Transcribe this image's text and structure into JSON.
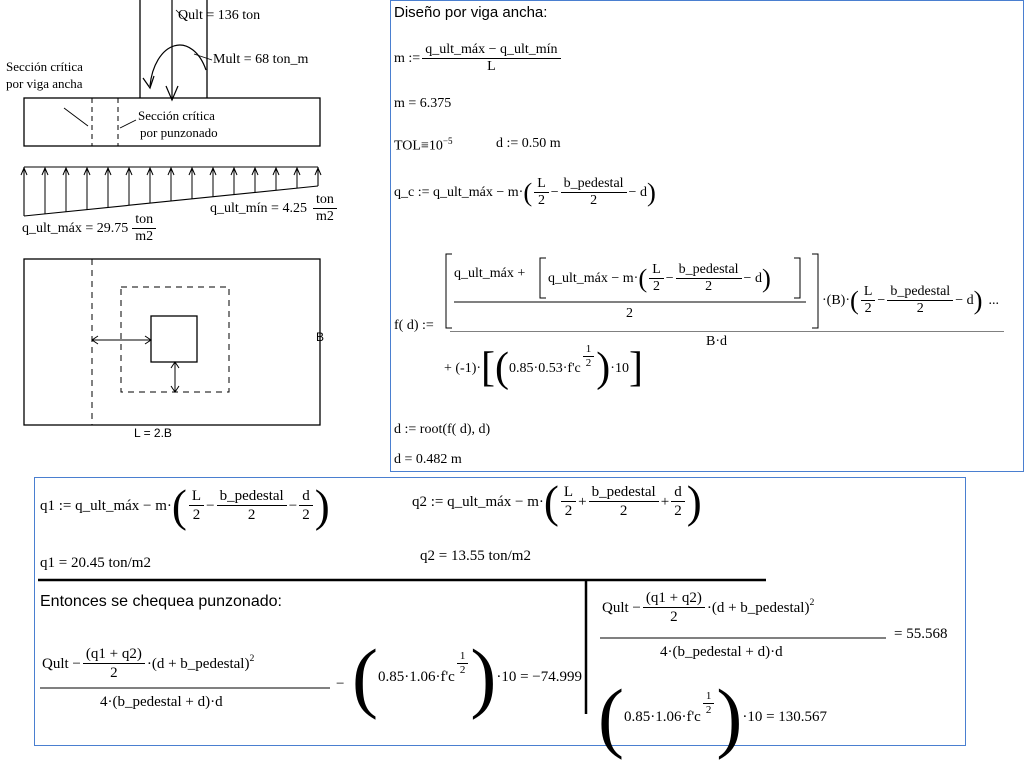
{
  "diagram": {
    "qult_label": "Qult = 136   ton",
    "mult_label": "Mult = 68    ton_m",
    "critical_wide_beam": [
      "Sección crítica",
      "por viga ancha"
    ],
    "critical_punching": [
      "Sección crítica",
      "por punzonado"
    ],
    "q_min_label": "q_ult_mín = 4.25",
    "q_min_unit_num": "ton",
    "q_min_unit_den": "m2",
    "q_max_label": "q_ult_máx = 29.75",
    "q_max_unit_num": "ton",
    "q_max_unit_den": "m2",
    "b_label": "B",
    "l_label": "L = 2.B"
  },
  "right_panel": {
    "title": "Diseño por viga ancha:",
    "m_def_lhs": "m :=",
    "m_def_num": "q_ult_máx − q_ult_mín",
    "m_def_den": "L",
    "m_result": "m = 6.375",
    "tol": "TOL≡10",
    "tol_exp": "−5",
    "d_init": "d := 0.50    m",
    "qc_lhs": "q_c := q_ult_máx − m·",
    "L": "L",
    "two": "2",
    "b_ped": "b_pedestal",
    "minus_d": "− d",
    "fd_lhs": "f( d) :=",
    "fd_qmax": "q_ult_máx +",
    "fd_inner": "q_ult_máx − m·",
    "fd_times_B": "·(B)·",
    "fd_den": "B·d",
    "ellipsis": "...",
    "fd_line2_a": "+ (-1)·",
    "fd_line2_b": "0.85·0.53·f'c",
    "one": "1",
    "fd_line2_c": "·10",
    "root": "d := root(f( d), d)",
    "d_result": "d = 0.482   m"
  },
  "bottom_panel": {
    "q1_lhs": "q1 := q_ult_máx − m·",
    "q2_lhs": "q2 := q_ult_máx − m·",
    "d": "d",
    "q1_result": "q1 = 20.45  ton/m2",
    "q2_result": "q2 = 13.55  ton/m2",
    "punch_title": "Entonces  se chequea punzonado:",
    "qult": "Qult −",
    "q_sum": "(q1 + q2)",
    "q_sum_tail": "·(d + b_pedestal)",
    "sq": "2",
    "punch_den": "4·(b_pedestal + d)·d",
    "minus": "−",
    "cap": "0.85·1.06·f'c",
    "times10": "·10 = −74.999",
    "demand_result": "= 55.568",
    "capacity_result": "·10 = 130.567"
  }
}
